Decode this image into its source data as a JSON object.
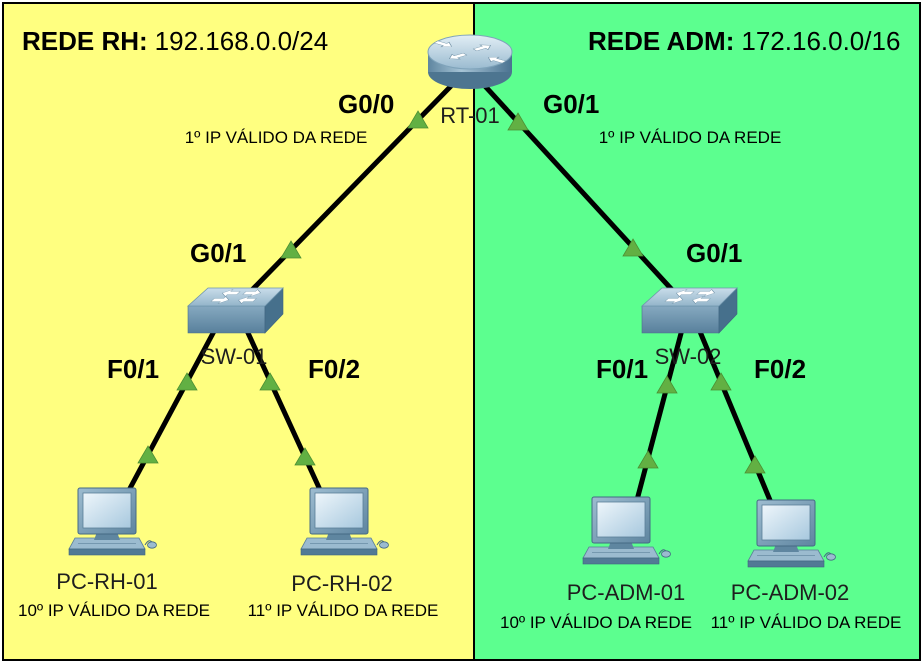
{
  "colors": {
    "rh_region": "#FFFF80",
    "adm_region": "#5CFF8F",
    "link": "#000000",
    "link_up_indicator": "#62B043"
  },
  "regions": {
    "rh": {
      "label": "REDE RH:",
      "network": "192.168.0.0/24"
    },
    "adm": {
      "label": "REDE ADM:",
      "network": "172.16.0.0/16"
    }
  },
  "router": {
    "name": "RT-01",
    "icon": "router-icon",
    "ports": [
      {
        "label": "G0/0",
        "note": "1º IP VÁLIDO DA REDE"
      },
      {
        "label": "G0/1",
        "note": "1º IP VÁLIDO DA REDE"
      }
    ]
  },
  "switches": [
    {
      "name": "SW-01",
      "icon": "switch-icon",
      "uplink_port": "G0/1",
      "access_ports": [
        "F0/1",
        "F0/2"
      ]
    },
    {
      "name": "SW-02",
      "icon": "switch-icon",
      "uplink_port": "G0/1",
      "access_ports": [
        "F0/1",
        "F0/2"
      ]
    }
  ],
  "pcs": [
    {
      "name": "PC-RH-01",
      "note": "10º IP VÁLIDO DA REDE",
      "icon": "pc-icon"
    },
    {
      "name": "PC-RH-02",
      "note": "11º IP VÁLIDO DA REDE",
      "icon": "pc-icon"
    },
    {
      "name": "PC-ADM-01",
      "note": "10º IP VÁLIDO DA REDE",
      "icon": "pc-icon"
    },
    {
      "name": "PC-ADM-02",
      "note": "11º IP VÁLIDO DA REDE",
      "icon": "pc-icon"
    }
  ]
}
